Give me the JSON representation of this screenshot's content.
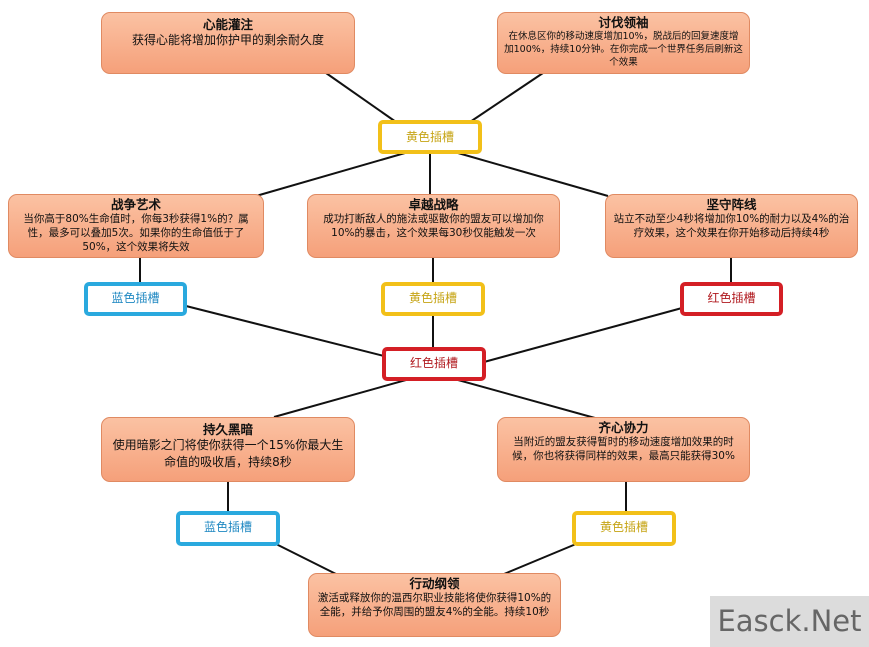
{
  "nodes": {
    "xinneng": {
      "title": "心能灌注",
      "desc": "获得心能将增加你护甲的剩余耐久度"
    },
    "taofa": {
      "title": "讨伐领袖",
      "desc": "在休息区你的移动速度增加10%，脱战后的回复速度增加100%，持续10分钟。在你完成一个世界任务后刷新这个效果"
    },
    "zhanzheng": {
      "title": "战争艺术",
      "desc": "当你高于80%生命值时，你每3秒获得1%的？属性，最多可以叠加5次。如果你的生命值低于了50%，这个效果将失效"
    },
    "zhuoyue": {
      "title": "卓越战略",
      "desc": "成功打断敌人的施法或驱散你的盟友可以增加你10%的暴击，这个效果每30秒仅能触发一次"
    },
    "jianshou": {
      "title": "坚守阵线",
      "desc": "站立不动至少4秒将增加你10%的耐力以及4%的治疗效果，这个效果在你开始移动后持续4秒"
    },
    "chijiu": {
      "title": "持久黑暗",
      "desc": "使用暗影之门将使你获得一个15%你最大生命值的吸收盾，持续8秒"
    },
    "qixin": {
      "title": "齐心协力",
      "desc": "当附近的盟友获得暂时的移动速度增加效果的时候，你也将获得同样的效果，最高只能获得30%"
    },
    "xingdong": {
      "title": "行动纲领",
      "desc": "激活或释放你的温西尔职业技能将使你获得10%的全能，并给予你周围的盟友4%的全能。持续10秒"
    }
  },
  "slots": {
    "top_yellow": "黄色插槽",
    "left_blue": "蓝色插槽",
    "mid_yellow": "黄色插槽",
    "right_red": "红色插槽",
    "center_red": "红色插槽",
    "low_blue": "蓝色插槽",
    "low_yellow": "黄色插槽"
  },
  "slot_colors": {
    "yellow": "#f2c019",
    "blue": "#2aa9de",
    "red": "#d41f25"
  },
  "node_fill": "#f8b08c",
  "watermark": "Easck.Net"
}
